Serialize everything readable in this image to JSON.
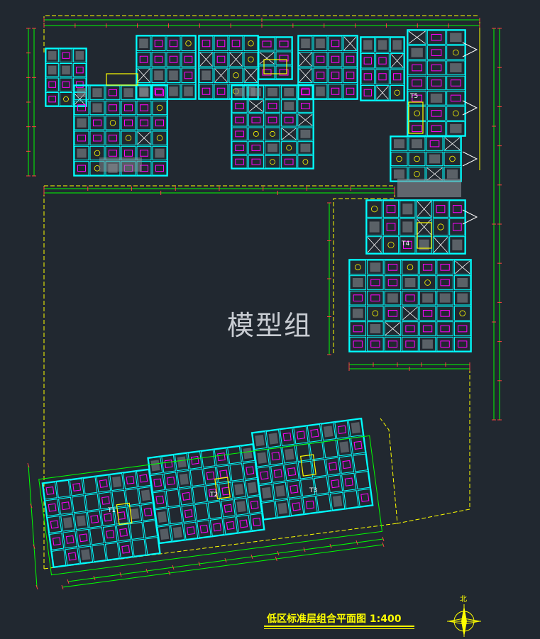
{
  "watermark": "模型组",
  "plan_title": "低区标准层组合平面图 1:400",
  "north_label": "北",
  "towers": [
    {
      "label": "T1"
    },
    {
      "label": "T2"
    },
    {
      "label": "T3"
    },
    {
      "label": "T4"
    },
    {
      "label": "T5"
    }
  ],
  "colors": {
    "background": "#212830",
    "walls": "#00ffff",
    "boundary": "#ffff00",
    "dimensions": "#00ff00",
    "furniture": "#ff00ff",
    "annotations": "#ffff00",
    "grid": "#ff4040",
    "core": "#ffffff"
  }
}
